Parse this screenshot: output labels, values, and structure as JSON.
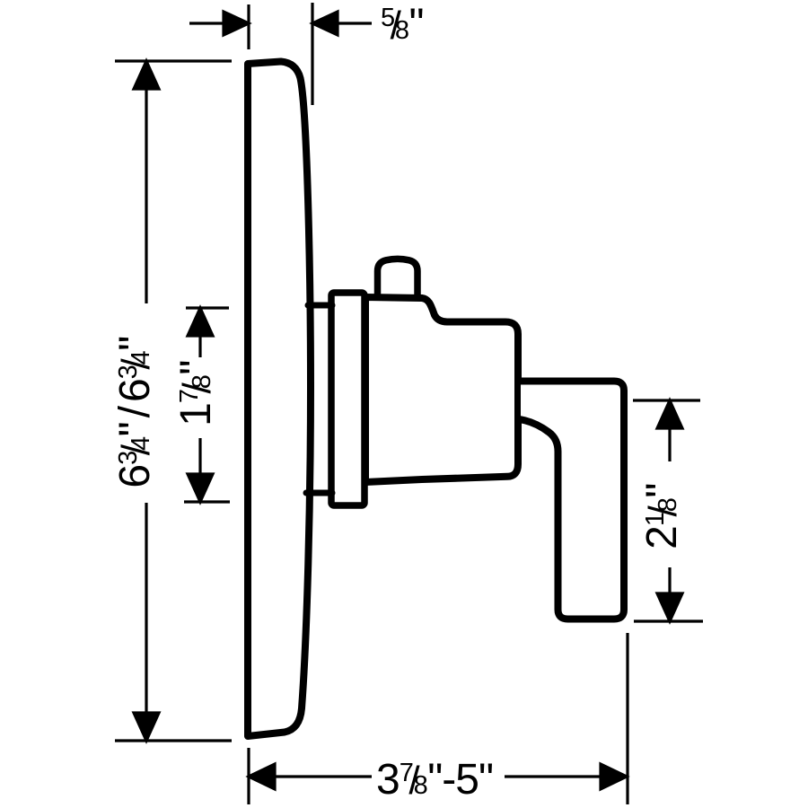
{
  "diagram": {
    "type": "technical dimension drawing",
    "subject": "shower valve trim side profile (escutcheon plate, valve body and lever handle)",
    "units": "inches",
    "background_color": "#ffffff",
    "line_color": "#000000",
    "parts": [
      "escutcheon-plate-profile",
      "mounting-sleeve",
      "valve-flange",
      "valve-body",
      "control-knob",
      "lever-handle"
    ]
  },
  "dimension_labels": {
    "plate_thickness": {
      "text": "5/8\"",
      "num": "5",
      "den": "8",
      "quote": "\""
    },
    "overall_height": {
      "text": "6 3/4\"/6 3/4\"",
      "whole1": "6",
      "num1": "3",
      "den1": "4",
      "quote1": "\"",
      "separator": "/",
      "whole2": "6",
      "num2": "3",
      "den2": "4",
      "quote2": "\""
    },
    "upper_height": {
      "text": "1 7/8\"",
      "whole": "1",
      "num": "7",
      "den": "8",
      "quote": "\""
    },
    "handle_height": {
      "text": "2 1/8\"",
      "whole": "2",
      "num": "1",
      "den": "8",
      "quote": "\""
    },
    "valve_depth": {
      "text": "3 7/8\"-5\"",
      "whole1": "3",
      "num": "7",
      "den": "8",
      "quote1": "\"",
      "dash": "-",
      "whole2": "5",
      "quote2": "\""
    }
  }
}
